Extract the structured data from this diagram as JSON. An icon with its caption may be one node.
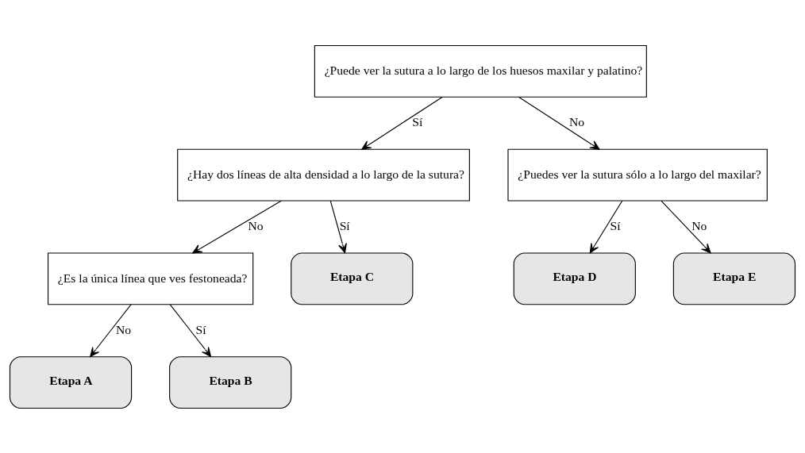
{
  "diagram": {
    "nodes": [
      {
        "text": [
          "¿Puede ver la sutura a lo largo de los huesos maxilar y palatino?"
        ]
      },
      {
        "text": [
          "¿Hay dos líneas de alta densidad a lo largo de la sutura?"
        ]
      },
      {
        "text": [
          "¿Puedes ver la sutura sólo a lo largo del maxilar?"
        ]
      },
      {
        "text": [
          "¿Es la única línea que ves festoneada?"
        ]
      },
      {
        "text": [
          "Etapa C"
        ]
      },
      {
        "text": [
          "Etapa D"
        ]
      },
      {
        "text": [
          "Etapa E"
        ]
      },
      {
        "text": [
          "Etapa A"
        ]
      },
      {
        "text": [
          "Etapa B"
        ]
      }
    ],
    "edges": [
      {
        "from": 0,
        "to": 1,
        "arrow": "to",
        "label": "Sí"
      },
      {
        "from": 0,
        "to": 2,
        "arrow": "to",
        "label": "No"
      },
      {
        "from": 1,
        "to": 3,
        "arrow": "to",
        "label": "No"
      },
      {
        "from": 1,
        "to": 4,
        "arrow": "to",
        "label": "Sí"
      },
      {
        "from": 2,
        "to": 5,
        "arrow": "to",
        "label": "Sí"
      },
      {
        "from": 2,
        "to": 6,
        "arrow": "to",
        "label": "No"
      },
      {
        "from": 3,
        "to": 7,
        "arrow": "to",
        "label": "No"
      },
      {
        "from": 3,
        "to": 8,
        "arrow": "to",
        "label": "Sí"
      }
    ]
  }
}
